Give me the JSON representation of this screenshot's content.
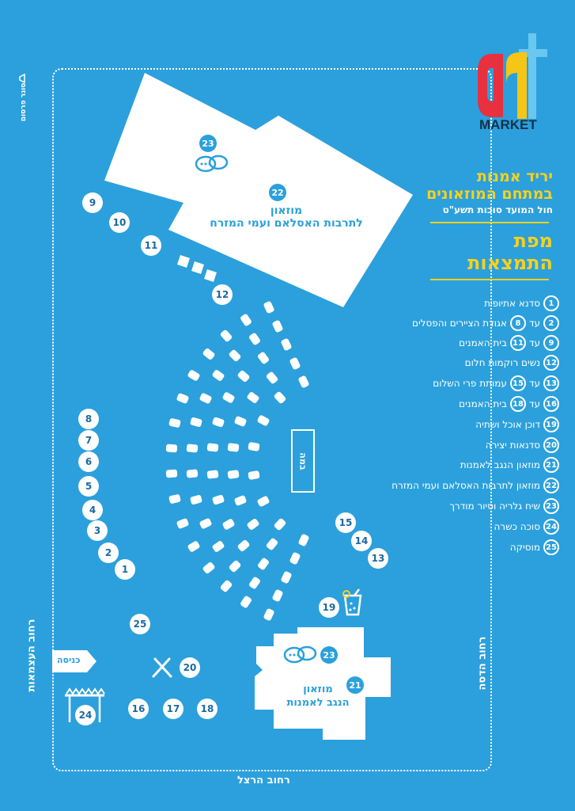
{
  "logo": {
    "word": "art",
    "sub": "MARKET"
  },
  "event": {
    "title_line1": "יריד אמנות",
    "title_line2": "במתחם המוזאונים",
    "subtitle": "חול המועד סוכות תשע\"ט"
  },
  "map_title": {
    "line1": "מפת",
    "line2": "התמצאות"
  },
  "legend": [
    {
      "num": "1",
      "label": "סדנא אתיופית"
    },
    {
      "num": "2",
      "to": "עד",
      "num2": "8",
      "label": "אגודת הציירים והפסלים"
    },
    {
      "num": "9",
      "to": "עד",
      "num2": "11",
      "label": "בית האמנים"
    },
    {
      "num": "12",
      "label": "נשים רוקמות חלום"
    },
    {
      "num": "13",
      "to": "עד",
      "num2": "15",
      "label": "עמותת פרי השלום"
    },
    {
      "num": "16",
      "to": "עד",
      "num2": "18",
      "label": "בית האמנים"
    },
    {
      "num": "19",
      "label": "דוכן אוכל ושתיה"
    },
    {
      "num": "20",
      "label": "סדנאות יצירה"
    },
    {
      "num": "21",
      "label": "מוזאון הנגב לאמנות"
    },
    {
      "num": "22",
      "label": "מוזאון לתרבות האסלאם ועמי המזרח"
    },
    {
      "num": "23",
      "label": "שיח גלריה וסיור מודרך"
    },
    {
      "num": "24",
      "label": "סוכה כשרה"
    },
    {
      "num": "25",
      "label": "מוסיקה"
    }
  ],
  "streets": {
    "left": "רחוב העצמאות",
    "right": "רחוב הדסה",
    "bottom": "רחוב הרצל",
    "top_corner": "סוגר פרסום"
  },
  "buildings": {
    "islam": {
      "num": "22",
      "line1": "מוזאון",
      "line2": "לתרבות האסלאם ועמי המזרח",
      "talk": "23"
    },
    "negev": {
      "num": "21",
      "line1": "מוזאון",
      "line2": "הנגב לאמנות",
      "talk": "23"
    }
  },
  "stage_label": "במה",
  "entrance_label": "כניסה",
  "pins": {
    "p1": "1",
    "p2": "2",
    "p3": "3",
    "p4": "4",
    "p5": "5",
    "p6": "6",
    "p7": "7",
    "p8": "8",
    "p9": "9",
    "p10": "10",
    "p11": "11",
    "p12": "12",
    "p13": "13",
    "p14": "14",
    "p15": "15",
    "p16": "16",
    "p17": "17",
    "p18": "18",
    "p19": "19",
    "p20": "20",
    "p24": "24",
    "p25": "25"
  },
  "colors": {
    "background": "#2ba0dc",
    "logo_red": "#e8303f",
    "logo_yellow": "#f5c518",
    "logo_blue": "#6ac7f0",
    "accent_yellow": "#f7d11e"
  },
  "icons": [
    "chat-bubbles-icon",
    "drink-cup-icon",
    "brushes-icon",
    "sukkah-icon",
    "entrance-arrow-icon",
    "megaphone-icon"
  ]
}
